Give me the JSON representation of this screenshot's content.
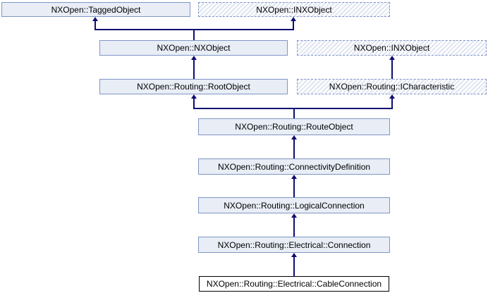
{
  "diagram": {
    "type": "class-inheritance",
    "current_class": "NXOpen::Routing::Electrical::CableConnection",
    "nodes": [
      {
        "id": "tagged_object",
        "label": "NXOpen::TaggedObject",
        "style": "solid"
      },
      {
        "id": "inx_object_top",
        "label": "NXOpen::INXObject",
        "style": "dashed"
      },
      {
        "id": "nx_object",
        "label": "NXOpen::NXObject",
        "style": "solid"
      },
      {
        "id": "inx_object_mid",
        "label": "NXOpen::INXObject",
        "style": "dashed"
      },
      {
        "id": "root_object",
        "label": "NXOpen::Routing::RootObject",
        "style": "solid"
      },
      {
        "id": "icharacteristic",
        "label": "NXOpen::Routing::ICharacteristic",
        "style": "dashed"
      },
      {
        "id": "route_object",
        "label": "NXOpen::Routing::RouteObject",
        "style": "solid"
      },
      {
        "id": "connectivity_definition",
        "label": "NXOpen::Routing::ConnectivityDefinition",
        "style": "solid"
      },
      {
        "id": "logical_connection",
        "label": "NXOpen::Routing::LogicalConnection",
        "style": "solid"
      },
      {
        "id": "electrical_connection",
        "label": "NXOpen::Routing::Electrical::Connection",
        "style": "solid"
      },
      {
        "id": "cable_connection",
        "label": "NXOpen::Routing::Electrical::CableConnection",
        "style": "current"
      }
    ],
    "edges": [
      {
        "from": "nx_object",
        "to": "tagged_object"
      },
      {
        "from": "nx_object",
        "to": "inx_object_top"
      },
      {
        "from": "root_object",
        "to": "nx_object"
      },
      {
        "from": "icharacteristic",
        "to": "inx_object_mid"
      },
      {
        "from": "route_object",
        "to": "root_object"
      },
      {
        "from": "route_object",
        "to": "icharacteristic"
      },
      {
        "from": "connectivity_definition",
        "to": "route_object"
      },
      {
        "from": "logical_connection",
        "to": "connectivity_definition"
      },
      {
        "from": "electrical_connection",
        "to": "logical_connection"
      },
      {
        "from": "cable_connection",
        "to": "electrical_connection"
      }
    ],
    "colors": {
      "node_fill": "#e8edf6",
      "node_border": "#8095c5",
      "hatch_stripe": "#dfe5f1",
      "arrow": "#0d0d70",
      "current_border": "#000000",
      "current_fill": "#ffffff",
      "text": "#000000",
      "background": "#ffffff"
    }
  }
}
